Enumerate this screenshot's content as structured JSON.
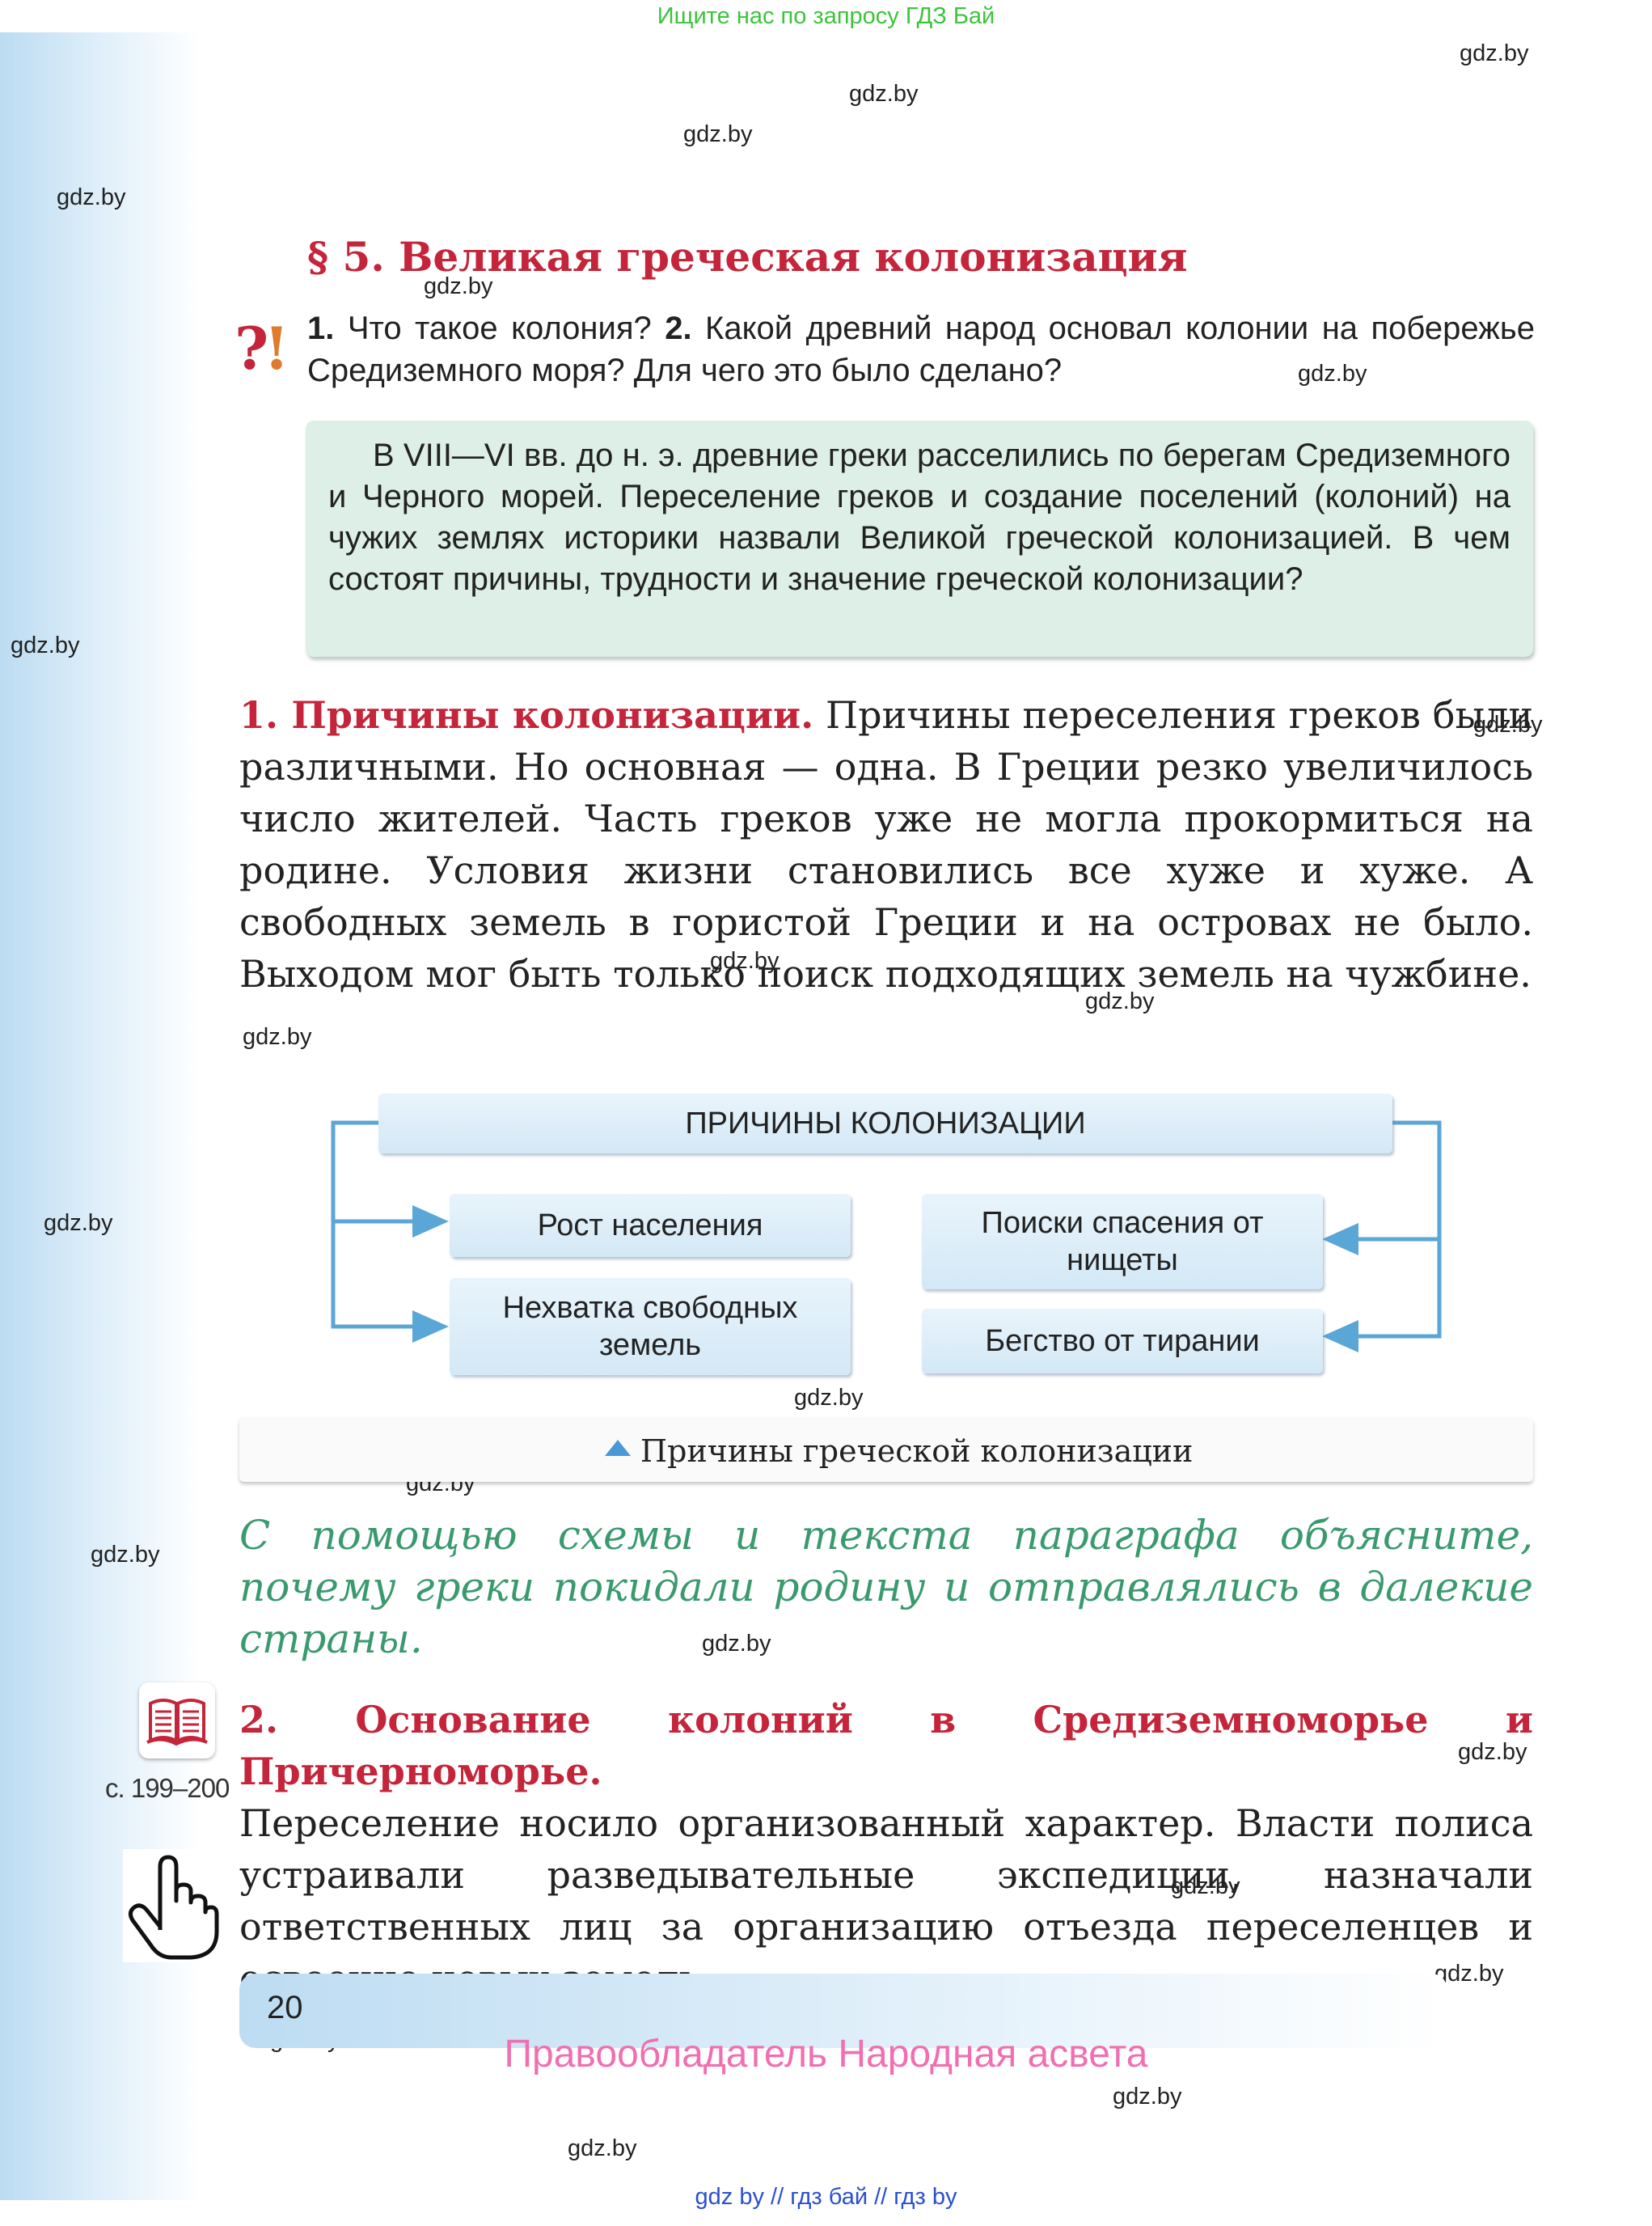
{
  "top_note": "Ищите нас по запросу ГДЗ Бай",
  "watermark": "gdz.by",
  "title": "§ 5. Великая греческая колонизация",
  "question_icon": {
    "q": "?",
    "e": "!"
  },
  "questions": {
    "n1": "1.",
    "q1": " Что такое колония? ",
    "n2": "2.",
    "q2": " Какой древний народ основал колонии на побережье Средиземного моря? Для чего это было сделано?"
  },
  "intro": "В VIII—VI вв. до н. э. древние греки расселились по берегам Средиземного и Черного морей. Переселение греков и создание поселений (колоний) на чужих землях историки назвали Великой греческой колонизацией. В чем состоят причины, трудности и значение греческой колонизации?",
  "section1": {
    "heading": "1. Причины колонизации.",
    "text": " Причины переселения греков были различными. Но основная — одна. В Греции резко увеличилось число жителей. Часть греков уже не могла прокормиться на родине. Условия жизни становились все хуже и хуже. А свободных земель в гористой Греции и на островах не было. Выходом мог быть только поиск подходящих земель на чужбине."
  },
  "scheme": {
    "title": "ПРИЧИНЫ КОЛОНИЗАЦИИ",
    "left": [
      "Рост населения",
      "Нехватка свободных земель"
    ],
    "right": [
      "Поиски спасения от нищеты",
      "Бегство от тирании"
    ],
    "arrow_color": "#5aa6d6"
  },
  "caption": "Причины греческой колонизации",
  "task": "С помощью схемы и текста параграфа объясните, почему греки покидали родину и отправлялись в далекие страны.",
  "section2": {
    "heading": "2. Основание колоний в Средиземноморье и Причерноморье.",
    "text": "Переселение носило организованный характер. Власти полиса устраивали разведывательные экспедиции, назначали ответственных лиц за организацию отъезда переселенцев и освоение новых земель."
  },
  "page_ref": "с. 199–200",
  "page_number": "20",
  "rights": "Правообладатель Народная асвета",
  "bottom_links": "gdz by  //  гдз бай  //  гдз by",
  "colors": {
    "heading_red": "#c4253a",
    "task_green": "#3a9a6e",
    "rights_pink": "#f06fb0",
    "top_note_green": "#3cc43c"
  }
}
